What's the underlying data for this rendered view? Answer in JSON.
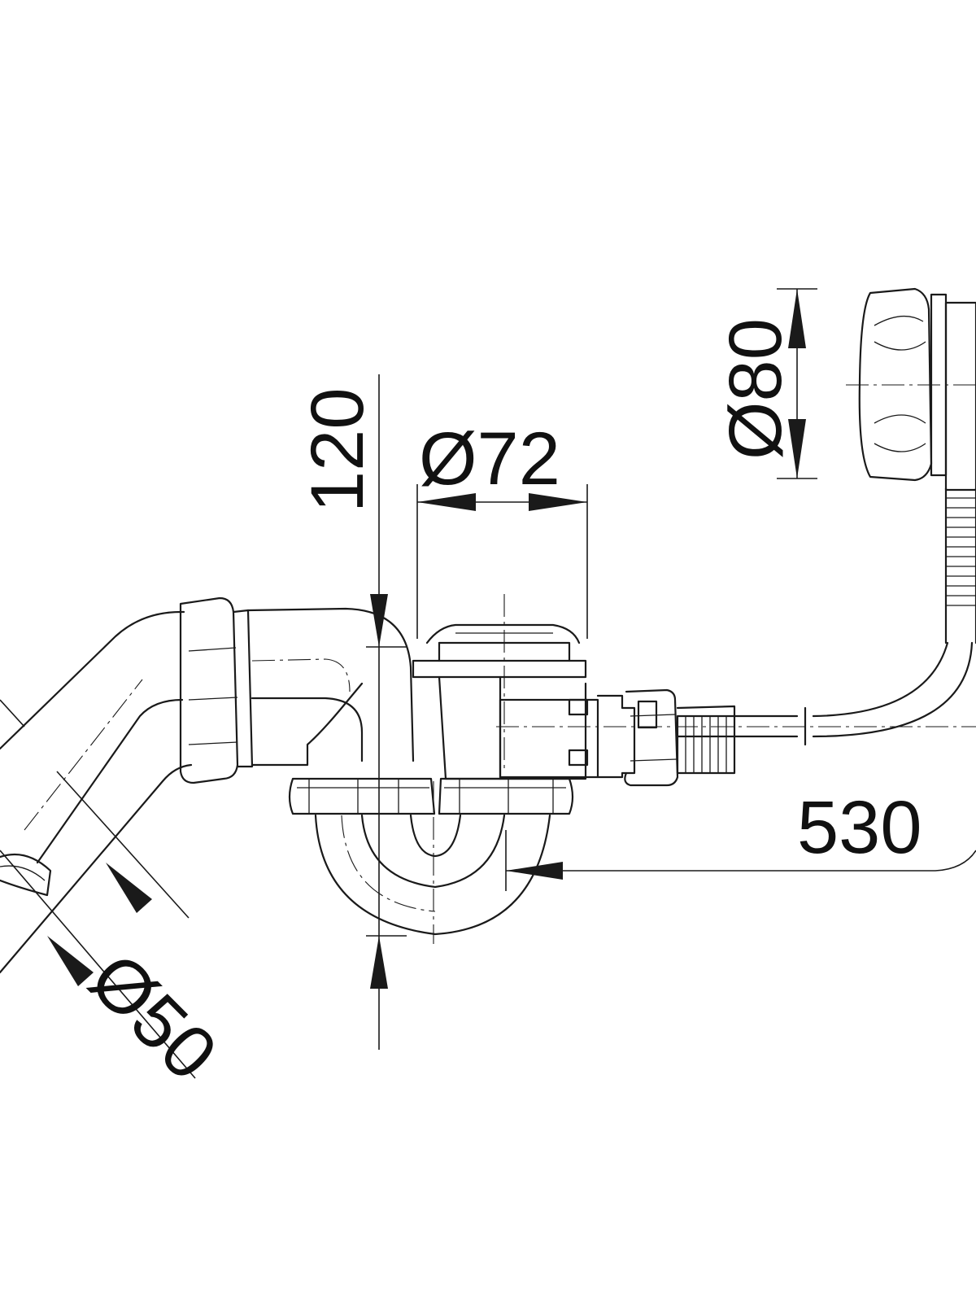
{
  "dimensions": {
    "height_120": "120",
    "diameter_72": "Ø72",
    "diameter_80": "Ø80",
    "length_530": "530",
    "diameter_50": "Ø50"
  }
}
